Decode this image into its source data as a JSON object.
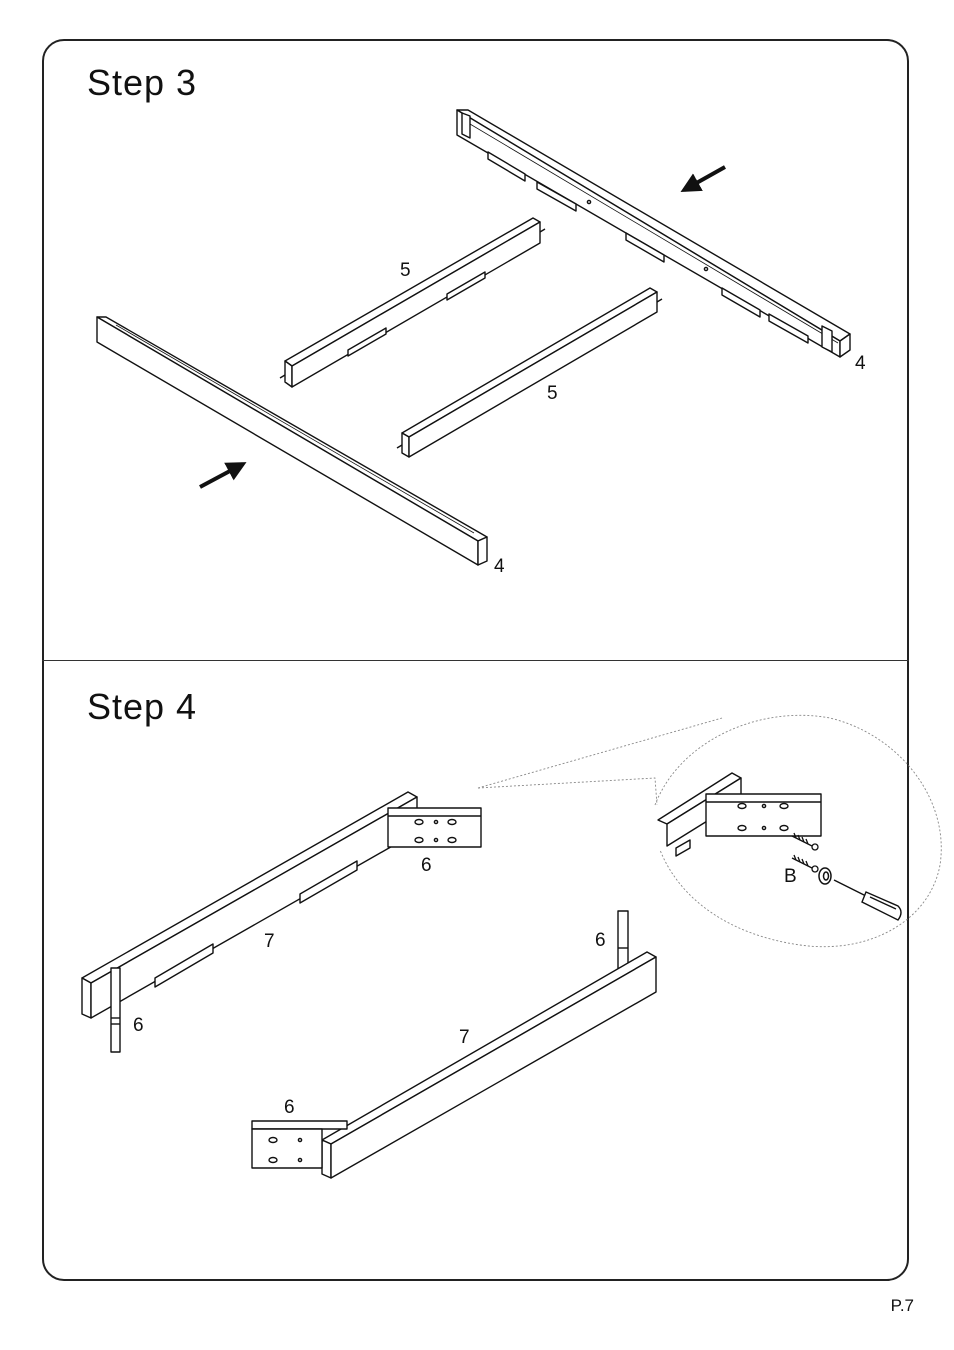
{
  "steps": [
    {
      "title": "Step  3",
      "labels": {
        "rail_top": "4",
        "rail_bottom": "4",
        "slat_left": "5",
        "slat_right": "5"
      }
    },
    {
      "title": "Step  4",
      "labels": {
        "bracket_top": "6",
        "leg_right": "6",
        "leg_left": "6",
        "bracket_bottom": "6",
        "rail_top": "7",
        "rail_bottom": "7",
        "screw": "B"
      }
    }
  ],
  "page_number": "P.7",
  "icons": [
    "arrow-icon",
    "screw-icon",
    "washer-icon",
    "screwdriver-icon"
  ]
}
